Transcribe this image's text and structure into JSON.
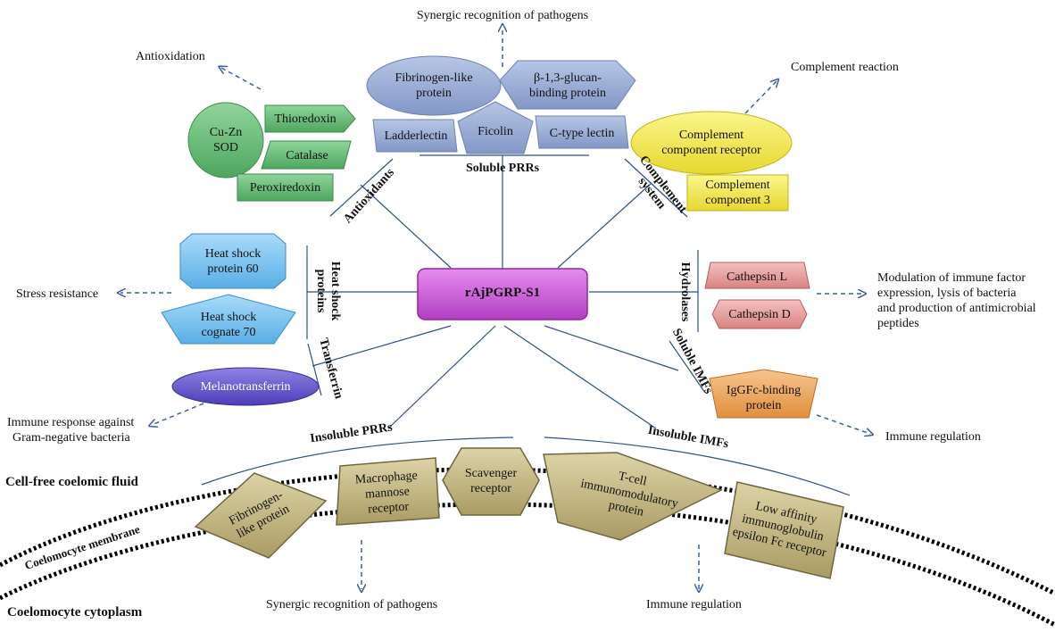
{
  "center": "rAjPGRP-S1",
  "outcomes": {
    "synergic_top": "Synergic recognition of pathogens",
    "antioxidation": "Antioxidation",
    "complement_reaction": "Complement reaction",
    "stress_resistance": "Stress resistance",
    "modulation": [
      "Modulation of immune factor",
      "expression, lysis of bacteria",
      "and production of antimicrobial",
      "peptides"
    ],
    "immune_gram_neg": [
      "Immune response against",
      "Gram-negative bacteria"
    ],
    "immune_regulation_right": "Immune regulation",
    "synergic_bottom": "Synergic recognition of pathogens",
    "immune_regulation_bottom": "Immune regulation"
  },
  "soluble_prrs": {
    "label": "Soluble PRRs",
    "fibrinogen": [
      "Fibrinogen-like",
      "protein"
    ],
    "beta_glucan": [
      "β-1,3-glucan-",
      "binding protein"
    ],
    "ladderlectin": "Ladderlectin",
    "ficolin": "Ficolin",
    "c_type_lectin": "C-type lectin"
  },
  "antioxidants": {
    "label": "Antioxidants",
    "cu_zn_sod": [
      "Cu-Zn",
      "SOD"
    ],
    "thioredoxin": "Thioredoxin",
    "catalase": "Catalase",
    "peroxiredoxin": "Peroxiredoxin"
  },
  "complement_system": {
    "label": [
      "Complement",
      "system"
    ],
    "receptor": [
      "Complement",
      "component receptor"
    ],
    "component3": [
      "Complement",
      "component 3"
    ]
  },
  "heat_shock": {
    "label": [
      "Heat shock",
      "proteins"
    ],
    "hsp60": [
      "Heat shock",
      "protein 60"
    ],
    "hsc70": [
      "Heat shock",
      "cognate 70"
    ]
  },
  "hydrolases": {
    "label": "Hydrolases",
    "cathepsin_l": "Cathepsin L",
    "cathepsin_d": "Cathepsin D"
  },
  "transferrin": {
    "label": "Transferrin",
    "melanotransferrin": "Melanotransferrin"
  },
  "soluble_imfs": {
    "label": "Soluble IMFs",
    "igg_fc": [
      "IgGFc-binding",
      "protein"
    ]
  },
  "insoluble_prrs": {
    "label": "Insoluble PRRs",
    "fibrinogen": [
      "Fibrinogen-",
      "like protein"
    ],
    "macrophage": [
      "Macrophage",
      "mannose",
      "receptor"
    ],
    "scavenger": [
      "Scavenger",
      "receptor"
    ]
  },
  "insoluble_imfs": {
    "label": "Insoluble IMFs",
    "tcell": [
      "T-cell",
      "immunomodulatory",
      "protein"
    ],
    "low_affinity": [
      "Low affinity",
      "immunoglobulin",
      "epsilon Fc receptor"
    ]
  },
  "regions": {
    "cell_free": "Cell-free coelomic fluid",
    "membrane": "Coelomocyte membrane",
    "cytoplasm": "Coelomocyte cytoplasm"
  },
  "colors": {
    "center": "#cc55dd",
    "soluble_prr": "#9aaed6",
    "antioxidant": "#6fbf7f",
    "complement": "#f5ee55",
    "heat_shock": "#7cc4f0",
    "hydrolase": "#e8a3a3",
    "transferrin": "#6b5bd0",
    "imf": "#f0a860",
    "membrane_protein": "#c5b98a",
    "line": "#2d4f8e"
  }
}
